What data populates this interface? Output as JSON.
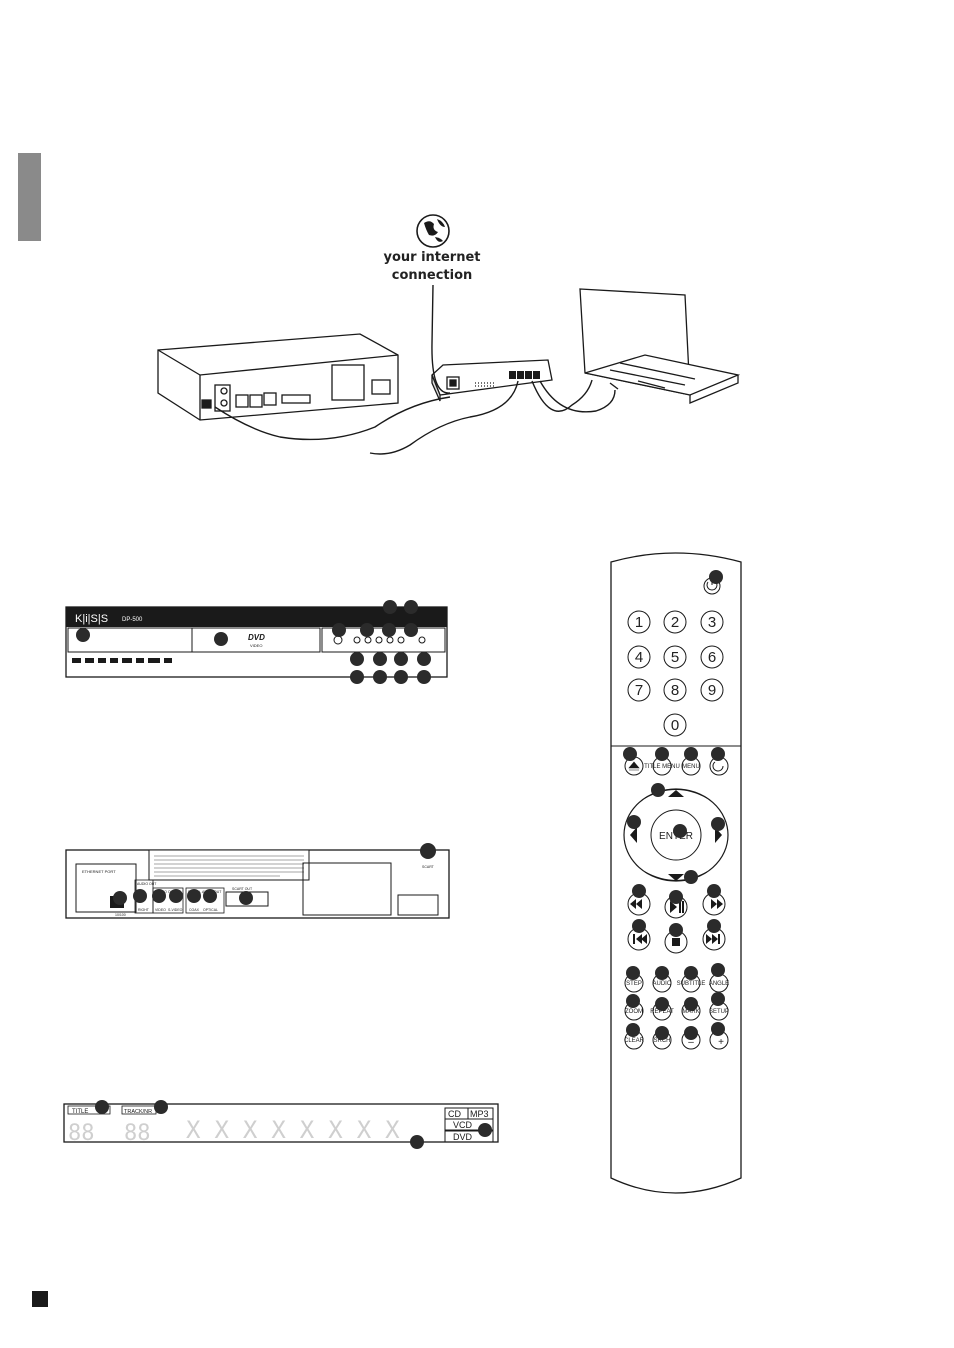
{
  "internet_caption": [
    "your internet",
    "connection"
  ],
  "front_panel": {
    "brand": "K|i|S|S",
    "model": "DP-500",
    "dvd_logo": "DVD",
    "dvd_sub": "VIDEO"
  },
  "rear_panel": {
    "ethernet_label": "ETHERNET PORT",
    "jack_labels": [
      "10/100",
      "AUDIO OUT",
      "RIGHT",
      "VIDEO",
      "S-VIDEO",
      "COAX",
      "OPTICAL",
      "SCART OUT"
    ],
    "group_labels": [
      "VIDEO OUT",
      "DIGITAL AUDIO OUT"
    ],
    "switch_label": "SCART"
  },
  "display_panel": {
    "title_label": "TITLE",
    "track_label": "TRACK/NR",
    "formats": [
      "CD",
      "MP3",
      "VCD",
      "DVD"
    ]
  },
  "remote": {
    "number_keys": [
      "1",
      "2",
      "3",
      "4",
      "5",
      "6",
      "7",
      "8",
      "9",
      "0"
    ],
    "row1_labels": [
      "",
      "TITLE MENU",
      "MENU",
      ""
    ],
    "enter_label": "ENTER",
    "func_labels": [
      "STEP",
      "AUDIO",
      "SUBTITLE",
      "ANGLE",
      "ZOOM",
      "REPEAT",
      "MARK",
      "SETUP",
      "CLEAR",
      "SRCH",
      "–",
      "+"
    ]
  },
  "colors": {
    "side_tab": "#8a8a8a",
    "line_art": "#1a1a1a",
    "callout": "#2b2b2b"
  }
}
